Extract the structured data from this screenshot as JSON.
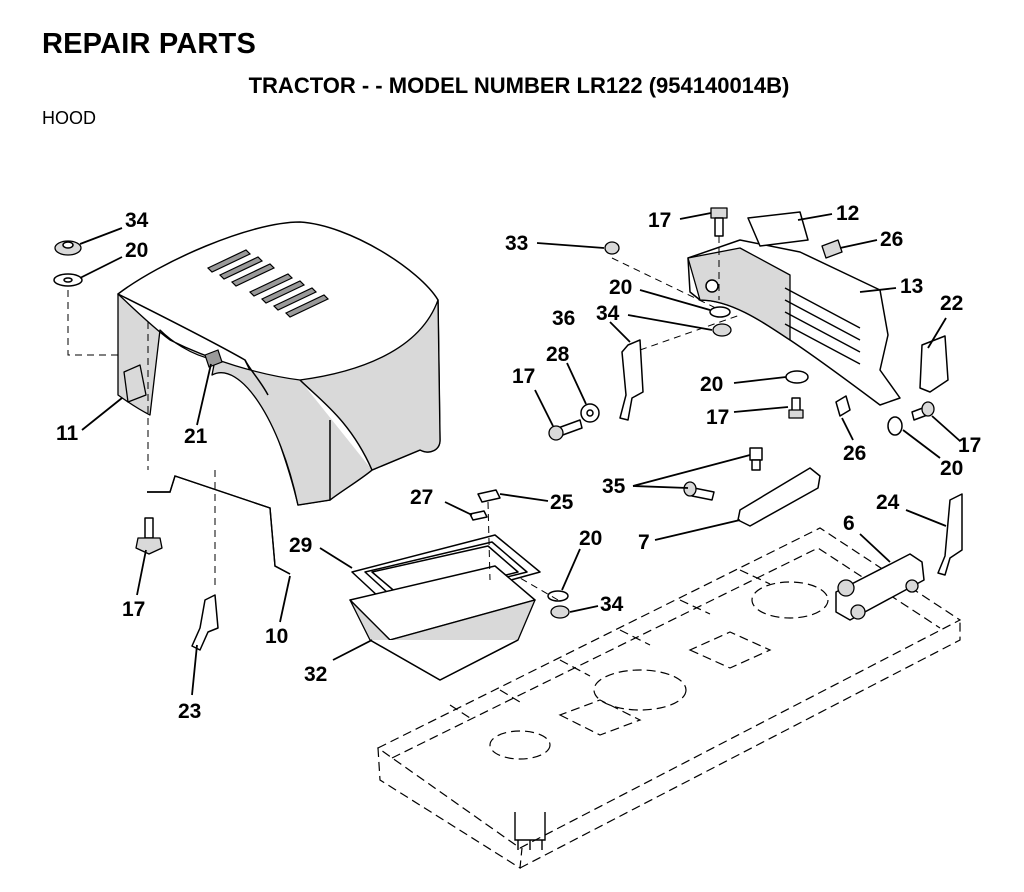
{
  "header": {
    "title": "REPAIR PARTS",
    "subtitle": "TRACTOR - - MODEL NUMBER LR122 (954140014B)",
    "section": "HOOD"
  },
  "callouts": [
    {
      "id": "c34a",
      "label": "34"
    },
    {
      "id": "c20a",
      "label": "20"
    },
    {
      "id": "c11",
      "label": "11"
    },
    {
      "id": "c21",
      "label": "21"
    },
    {
      "id": "c17a",
      "label": "17"
    },
    {
      "id": "c10",
      "label": "10"
    },
    {
      "id": "c23",
      "label": "23"
    },
    {
      "id": "c17b",
      "label": "17"
    },
    {
      "id": "c12",
      "label": "12"
    },
    {
      "id": "c33",
      "label": "33"
    },
    {
      "id": "c26a",
      "label": "26"
    },
    {
      "id": "c13",
      "label": "13"
    },
    {
      "id": "c20b",
      "label": "20"
    },
    {
      "id": "c34b",
      "label": "34"
    },
    {
      "id": "c36",
      "label": "36"
    },
    {
      "id": "c28",
      "label": "28"
    },
    {
      "id": "c17c",
      "label": "17"
    },
    {
      "id": "c22",
      "label": "22"
    },
    {
      "id": "c20c",
      "label": "20"
    },
    {
      "id": "c17d",
      "label": "17"
    },
    {
      "id": "c17e",
      "label": "17"
    },
    {
      "id": "c26b",
      "label": "26"
    },
    {
      "id": "c20d",
      "label": "20"
    },
    {
      "id": "c27",
      "label": "27"
    },
    {
      "id": "c25",
      "label": "25"
    },
    {
      "id": "c35",
      "label": "35"
    },
    {
      "id": "c29",
      "label": "29"
    },
    {
      "id": "c7",
      "label": "7"
    },
    {
      "id": "c20e",
      "label": "20"
    },
    {
      "id": "c24",
      "label": "24"
    },
    {
      "id": "c6",
      "label": "6"
    },
    {
      "id": "c34c",
      "label": "34"
    },
    {
      "id": "c32",
      "label": "32"
    }
  ]
}
